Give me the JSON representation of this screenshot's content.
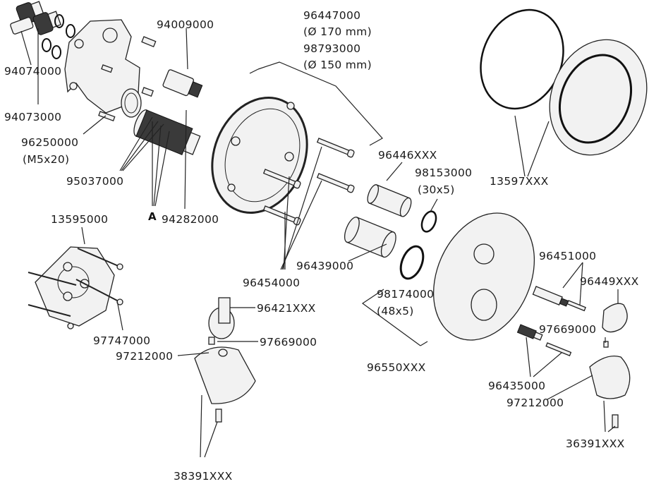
{
  "parts": {
    "p94074000": "94074000",
    "p94073000": "94073000",
    "p96250000": "96250000",
    "p96250000_sub": "(M5x20)",
    "p95037000": "95037000",
    "pA": "A",
    "p94282000": "94282000",
    "p94009000": "94009000",
    "p96447000": "96447000",
    "p96447000_sub": "(Ø 170 mm)",
    "p98793000": "98793000",
    "p98793000_sub": "(Ø 150 mm)",
    "p13597XXX": "13597XXX",
    "p96446XXX": "96446XXX",
    "p98153000": "98153000",
    "p98153000_sub": "(30x5)",
    "p96439000": "96439000",
    "p96454000": "96454000",
    "p98174000": "98174000",
    "p98174000_sub": "(48x5)",
    "p13595000": "13595000",
    "p97747000": "97747000",
    "p97212000_left": "97212000",
    "p96421XXX": "96421XXX",
    "p97669000_left": "97669000",
    "p38391XXX": "38391XXX",
    "p96550XXX": "96550XXX",
    "p96451000": "96451000",
    "p96449XXX": "96449XXX",
    "p97669000_right": "97669000",
    "p96435000": "96435000",
    "p97212000_right": "97212000",
    "p36391XXX": "36391XXX"
  }
}
